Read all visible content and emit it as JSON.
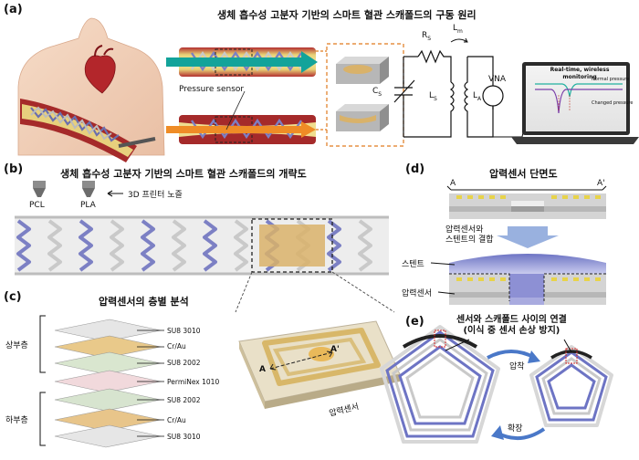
{
  "panels": {
    "a": {
      "label": "(a)",
      "title": "생체 흡수성 고분자 기반의 스마트 혈관 스캐폴드의 구동 원리",
      "pressure_sensor": "Pressure sensor",
      "circuit": {
        "rs": "R",
        "rs_sub": "S",
        "lm": "L",
        "lm_sub": "m",
        "cs": "C",
        "cs_sub": "S",
        "ls": "L",
        "ls_sub": "S",
        "la": "L",
        "la_sub": "A",
        "vna": "VNA"
      },
      "monitor_title": "Real-time, wireless monitoring",
      "normal_pressure": "Normal pressure",
      "changed_pressure": "Changed pressure"
    },
    "b": {
      "label": "(b)",
      "title": "생체 흡수성 고분자 기반의 스마트 혈관 스캐폴드의 개략도",
      "pcl": "PCL",
      "pla": "PLA",
      "printer_nozzle": "3D 프린터 노즐"
    },
    "c": {
      "label": "(c)",
      "title": "압력센서의 층별 분석",
      "upper_group": "상부층",
      "lower_group": "하부층",
      "layers": [
        "SU8 3010",
        "Cr/Au",
        "SU8 2002",
        "PermiNex 1010",
        "SU8 2002",
        "Cr/Au",
        "SU8 3010"
      ],
      "sensor_caption": "압력센서",
      "a_mark": "A",
      "a_prime_mark": "A'"
    },
    "d": {
      "label": "(d)",
      "title": "압력센서 단면도",
      "a_mark": "A",
      "a_prime_mark": "A'",
      "bonding_line1": "압력센서와",
      "bonding_line2": "스텐트의 결합",
      "stent_label": "스텐트",
      "sensor_label": "압력센서"
    },
    "e": {
      "label": "(e)",
      "title_line1": "센서와 스캐폴드 사이의 연결",
      "title_line2": "(이식 중 센서 손상 방지)",
      "compress": "압착",
      "expand": "확장"
    }
  },
  "colors": {
    "teal_arrow": "#13a39a",
    "orange_arrow": "#ef8c26",
    "strut_blue": "#7c80c4",
    "strut_gray": "#c9c9c9",
    "sensor_gold": "#d9b26a",
    "vessel_red": "#9e2121",
    "dash_orange": "#e07a1e"
  }
}
